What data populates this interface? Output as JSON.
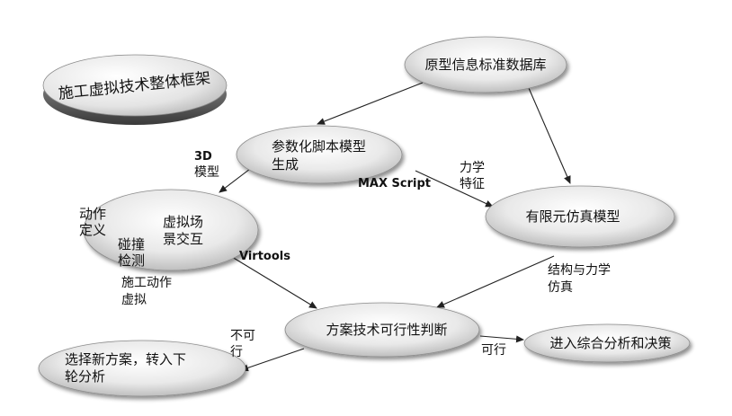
{
  "title": "施工虚拟技术整体框架",
  "nodes": {
    "database": "原型信息标准数据库",
    "param_script": [
      "参数化脚本模型",
      "生成"
    ],
    "fem": "有限元仿真模型",
    "vr_group": {
      "action_def": [
        "动作",
        "定义"
      ],
      "vr_interact": [
        "虚拟场",
        "景交互"
      ],
      "collision": [
        "碰撞",
        "检测"
      ]
    },
    "feasibility": "方案技术可行性判断",
    "new_plan": [
      "选择新方案，转入下",
      "轮分析"
    ],
    "decision": "进入综合分析和决策"
  },
  "labels": {
    "model_3d": [
      "3D",
      "模型"
    ],
    "max_script": "MAX Script",
    "mech_feature": [
      "力学",
      "特征"
    ],
    "virtools": "Virtools",
    "construct_sim": [
      "施工动作",
      "虚拟"
    ],
    "struct_sim": [
      "结构与力学",
      "仿真"
    ],
    "infeasible": [
      "不可",
      "行"
    ],
    "feasible": "可行"
  }
}
